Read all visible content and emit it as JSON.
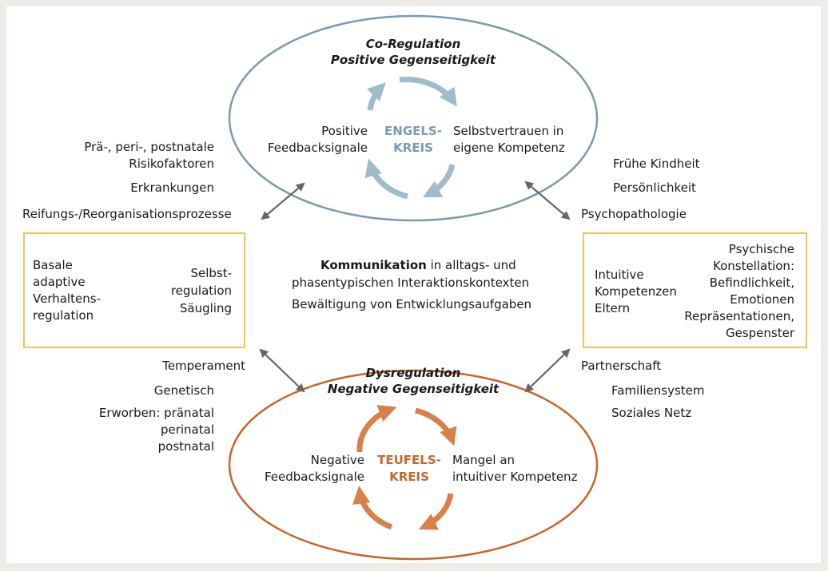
{
  "top_cycle": {
    "title_line1": "Co-Regulation",
    "title_line2": "Positive Gegenseitigkeit",
    "left_line1": "Positive",
    "left_line2": "Feedbacksignale",
    "center_line1": "ENGELS-",
    "center_line2": "KREIS",
    "right_line1": "Selbstvertrauen in",
    "right_line2": "eigene Kompetenz",
    "color_oval": "#7a9bb0",
    "color_arrows": "#9fbccb"
  },
  "bottom_cycle": {
    "title_line1": "Dysregulation",
    "title_line2": "Negative Gegenseitigkeit",
    "left_line1": "Negative",
    "left_line2": "Feedbacksignale",
    "center_line1": "TEUFELS-",
    "center_line2": "KREIS",
    "right_line1": "Mangel an",
    "right_line2": "intuitiver Kompetenz",
    "color_oval": "#c8662a",
    "color_arrows": "#d9804a"
  },
  "top_left_factors": {
    "line1": "Prä-, peri-, postnatale",
    "line2": "Risikofaktoren",
    "line3": "Erkrankungen",
    "line4": "Reifungs-/Reorganisationsprozesse"
  },
  "top_right_factors": {
    "line1": "Frühe Kindheit",
    "line2": "Persönlichkeit",
    "line3": "Psychopathologie"
  },
  "left_box": {
    "left_line1": "Basale",
    "left_line2": "adaptive",
    "left_line3": "Verhaltens-",
    "left_line4": "regulation",
    "right_line1": "Selbst-",
    "right_line2": "regulation",
    "right_line3": "Säugling",
    "border_color": "#f2c25c"
  },
  "right_box": {
    "left_line1": "Intuitive",
    "left_line2": "Kompetenzen",
    "left_line3": "Eltern",
    "right_line1": "Psychische",
    "right_line2": "Konstellation:",
    "right_line3": "Befindlichkeit,",
    "right_line4": "Emotionen",
    "right_line5": "Repräsentationen,",
    "right_line6": "Gespenster",
    "border_color": "#f2c25c"
  },
  "center": {
    "bold_word": "Kommunikation",
    "line1_rest": " in alltags- und",
    "line2": "phasentypischen Interaktionskontexten",
    "line3": "Bewältigung von Entwicklungsaufgaben"
  },
  "bottom_left_factors": {
    "line1": "Temperament",
    "line2": "Genetisch",
    "line3": "Erworben: pränatal",
    "line4": "perinatal",
    "line5": "postnatal"
  },
  "bottom_right_factors": {
    "line1": "Partnerschaft",
    "line2": "Familiensystem",
    "line3": "Soziales Netz"
  },
  "arrow_color": "#666666"
}
